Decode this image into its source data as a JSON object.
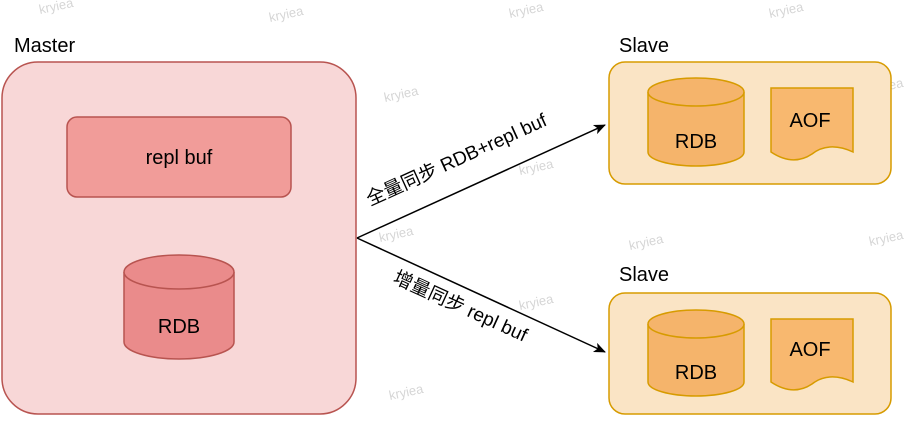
{
  "master": {
    "label": "Master",
    "buffer_label": "repl buf",
    "db_label": "RDB"
  },
  "slaves": [
    {
      "label": "Slave",
      "db_label": "RDB",
      "doc_label": "AOF"
    },
    {
      "label": "Slave",
      "db_label": "RDB",
      "doc_label": "AOF"
    }
  ],
  "arrows": {
    "full_sync": "全量同步 RDB+repl buf",
    "incremental_sync": "增量同步 repl buf"
  },
  "watermark": "kryiea",
  "colors": {
    "master_fill": "#f8d7d7",
    "master_stroke": "#b85450",
    "buffer_fill": "#f19c99",
    "db_fill": "#ea8b8b",
    "slave_fill": "#fae4c5",
    "slave_stroke": "#d79b00",
    "slave_db_fill": "#f5b46b",
    "slave_doc_fill": "#f8b86f",
    "edge": "#000000",
    "watermark": "#d6d6d6"
  },
  "icons": {
    "master_db": "database-cylinder-icon",
    "slave_db": "database-cylinder-icon",
    "slave_doc": "document-icon"
  }
}
